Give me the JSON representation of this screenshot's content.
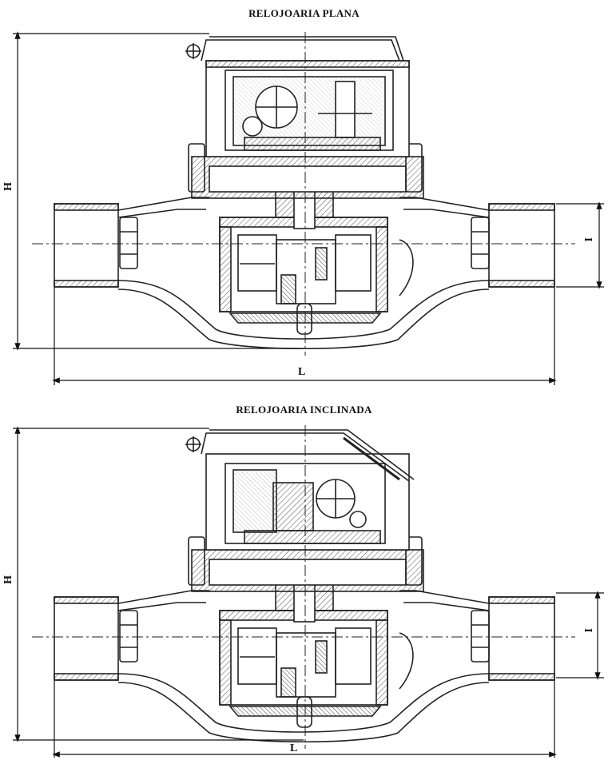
{
  "diagrams": [
    {
      "title": "RELOJOARIA PLANA",
      "dim_height": "H",
      "dim_length": "L",
      "dim_connection": "I"
    },
    {
      "title": "RELOJOARIA INCLINADA",
      "dim_height": "H",
      "dim_length": "L",
      "dim_connection": "I"
    }
  ]
}
